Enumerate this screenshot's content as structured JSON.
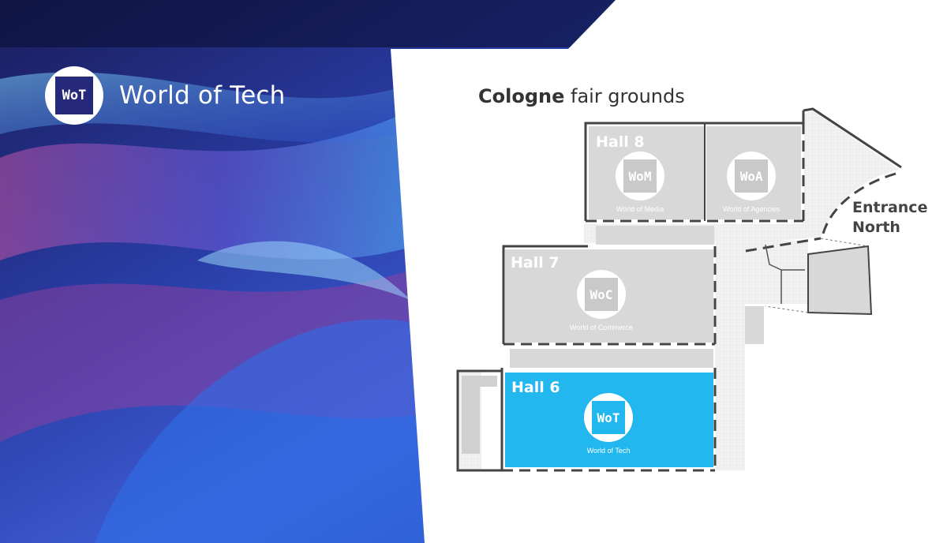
{
  "brand": {
    "badge": "WoT",
    "name": "World of Tech"
  },
  "map": {
    "title_bold": "Cologne",
    "title_rest": " fair grounds",
    "entrance_line1": "Entrance",
    "entrance_line2": "North",
    "halls": [
      {
        "label": "Hall 8",
        "worlds": [
          {
            "abbr": "WoM",
            "name": "World of Media"
          },
          {
            "abbr": "WoA",
            "name": "World of Agencies"
          }
        ]
      },
      {
        "label": "Hall 7",
        "worlds": [
          {
            "abbr": "WoC",
            "name": "World of Commerce"
          }
        ]
      },
      {
        "label": "Hall 6",
        "worlds": [
          {
            "abbr": "WoT",
            "name": "World of Tech"
          }
        ],
        "highlighted": true
      }
    ]
  },
  "colors": {
    "highlight_hall": "#22b7ee",
    "inactive_hall": "#d8d8d8",
    "outline": "#444444",
    "brand_badge": "#26287a"
  }
}
